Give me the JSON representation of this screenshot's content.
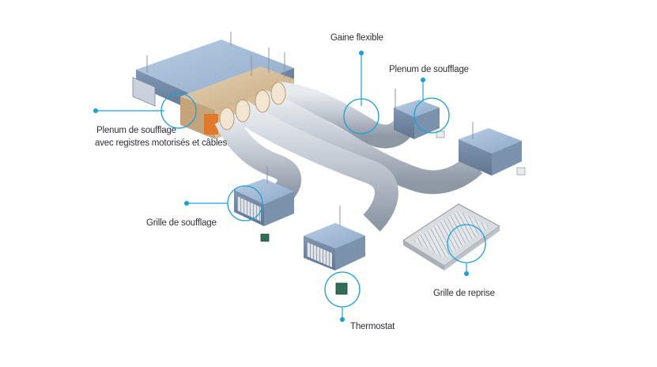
{
  "labels": {
    "gaine_flexible": "Gaine flexible",
    "plenum_soufflage_right": "Plenum de soufflage",
    "plenum_soufflage_left_line1": "Plenum de soufflage",
    "plenum_soufflage_left_line2": "avec registres motorisés et câbles",
    "grille_soufflage": "Grille de soufflage",
    "grille_reprise": "Grille de reprise",
    "thermostat": "Thermostat"
  },
  "colors": {
    "accent": "#1aa0d8",
    "duct": "#b7bec8",
    "unit_blue": "#8ea9c8",
    "plenum_tan": "#d9c2a0",
    "motor_orange": "#e07a2a"
  },
  "icons": [
    "dot-marker",
    "highlight-ring"
  ]
}
